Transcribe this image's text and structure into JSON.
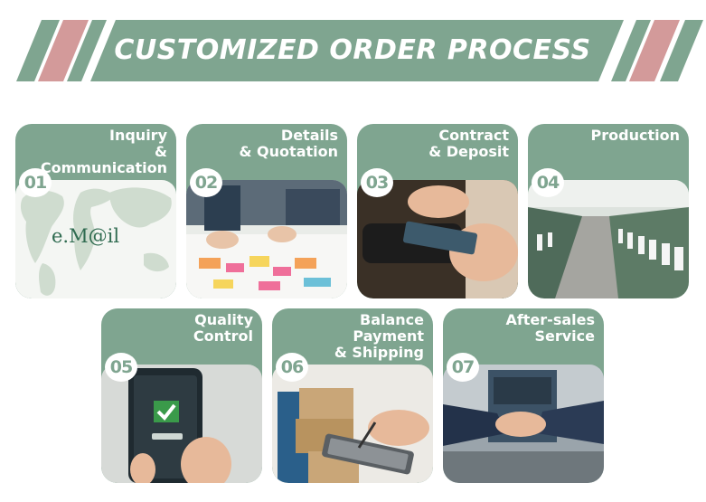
{
  "banner": {
    "title": "CUSTOMIZED ORDER PROCESS"
  },
  "steps": [
    {
      "num": "01",
      "line1": "Inquiry",
      "line2": "& Communication",
      "overlay": "e.M@il"
    },
    {
      "num": "02",
      "line1": "Details",
      "line2": "& Quotation"
    },
    {
      "num": "03",
      "line1": "Contract",
      "line2": "& Deposit"
    },
    {
      "num": "04",
      "line1": "Production",
      "line2": ""
    },
    {
      "num": "05",
      "line1": "Quality",
      "line2": "Control"
    },
    {
      "num": "06",
      "line1": "Balance Payment",
      "line2": "& Shipping"
    },
    {
      "num": "07",
      "line1": "After-sales",
      "line2": "Service"
    }
  ],
  "colors": {
    "green": "#7fa590",
    "pink": "#d39a9a",
    "white": "#ffffff"
  }
}
